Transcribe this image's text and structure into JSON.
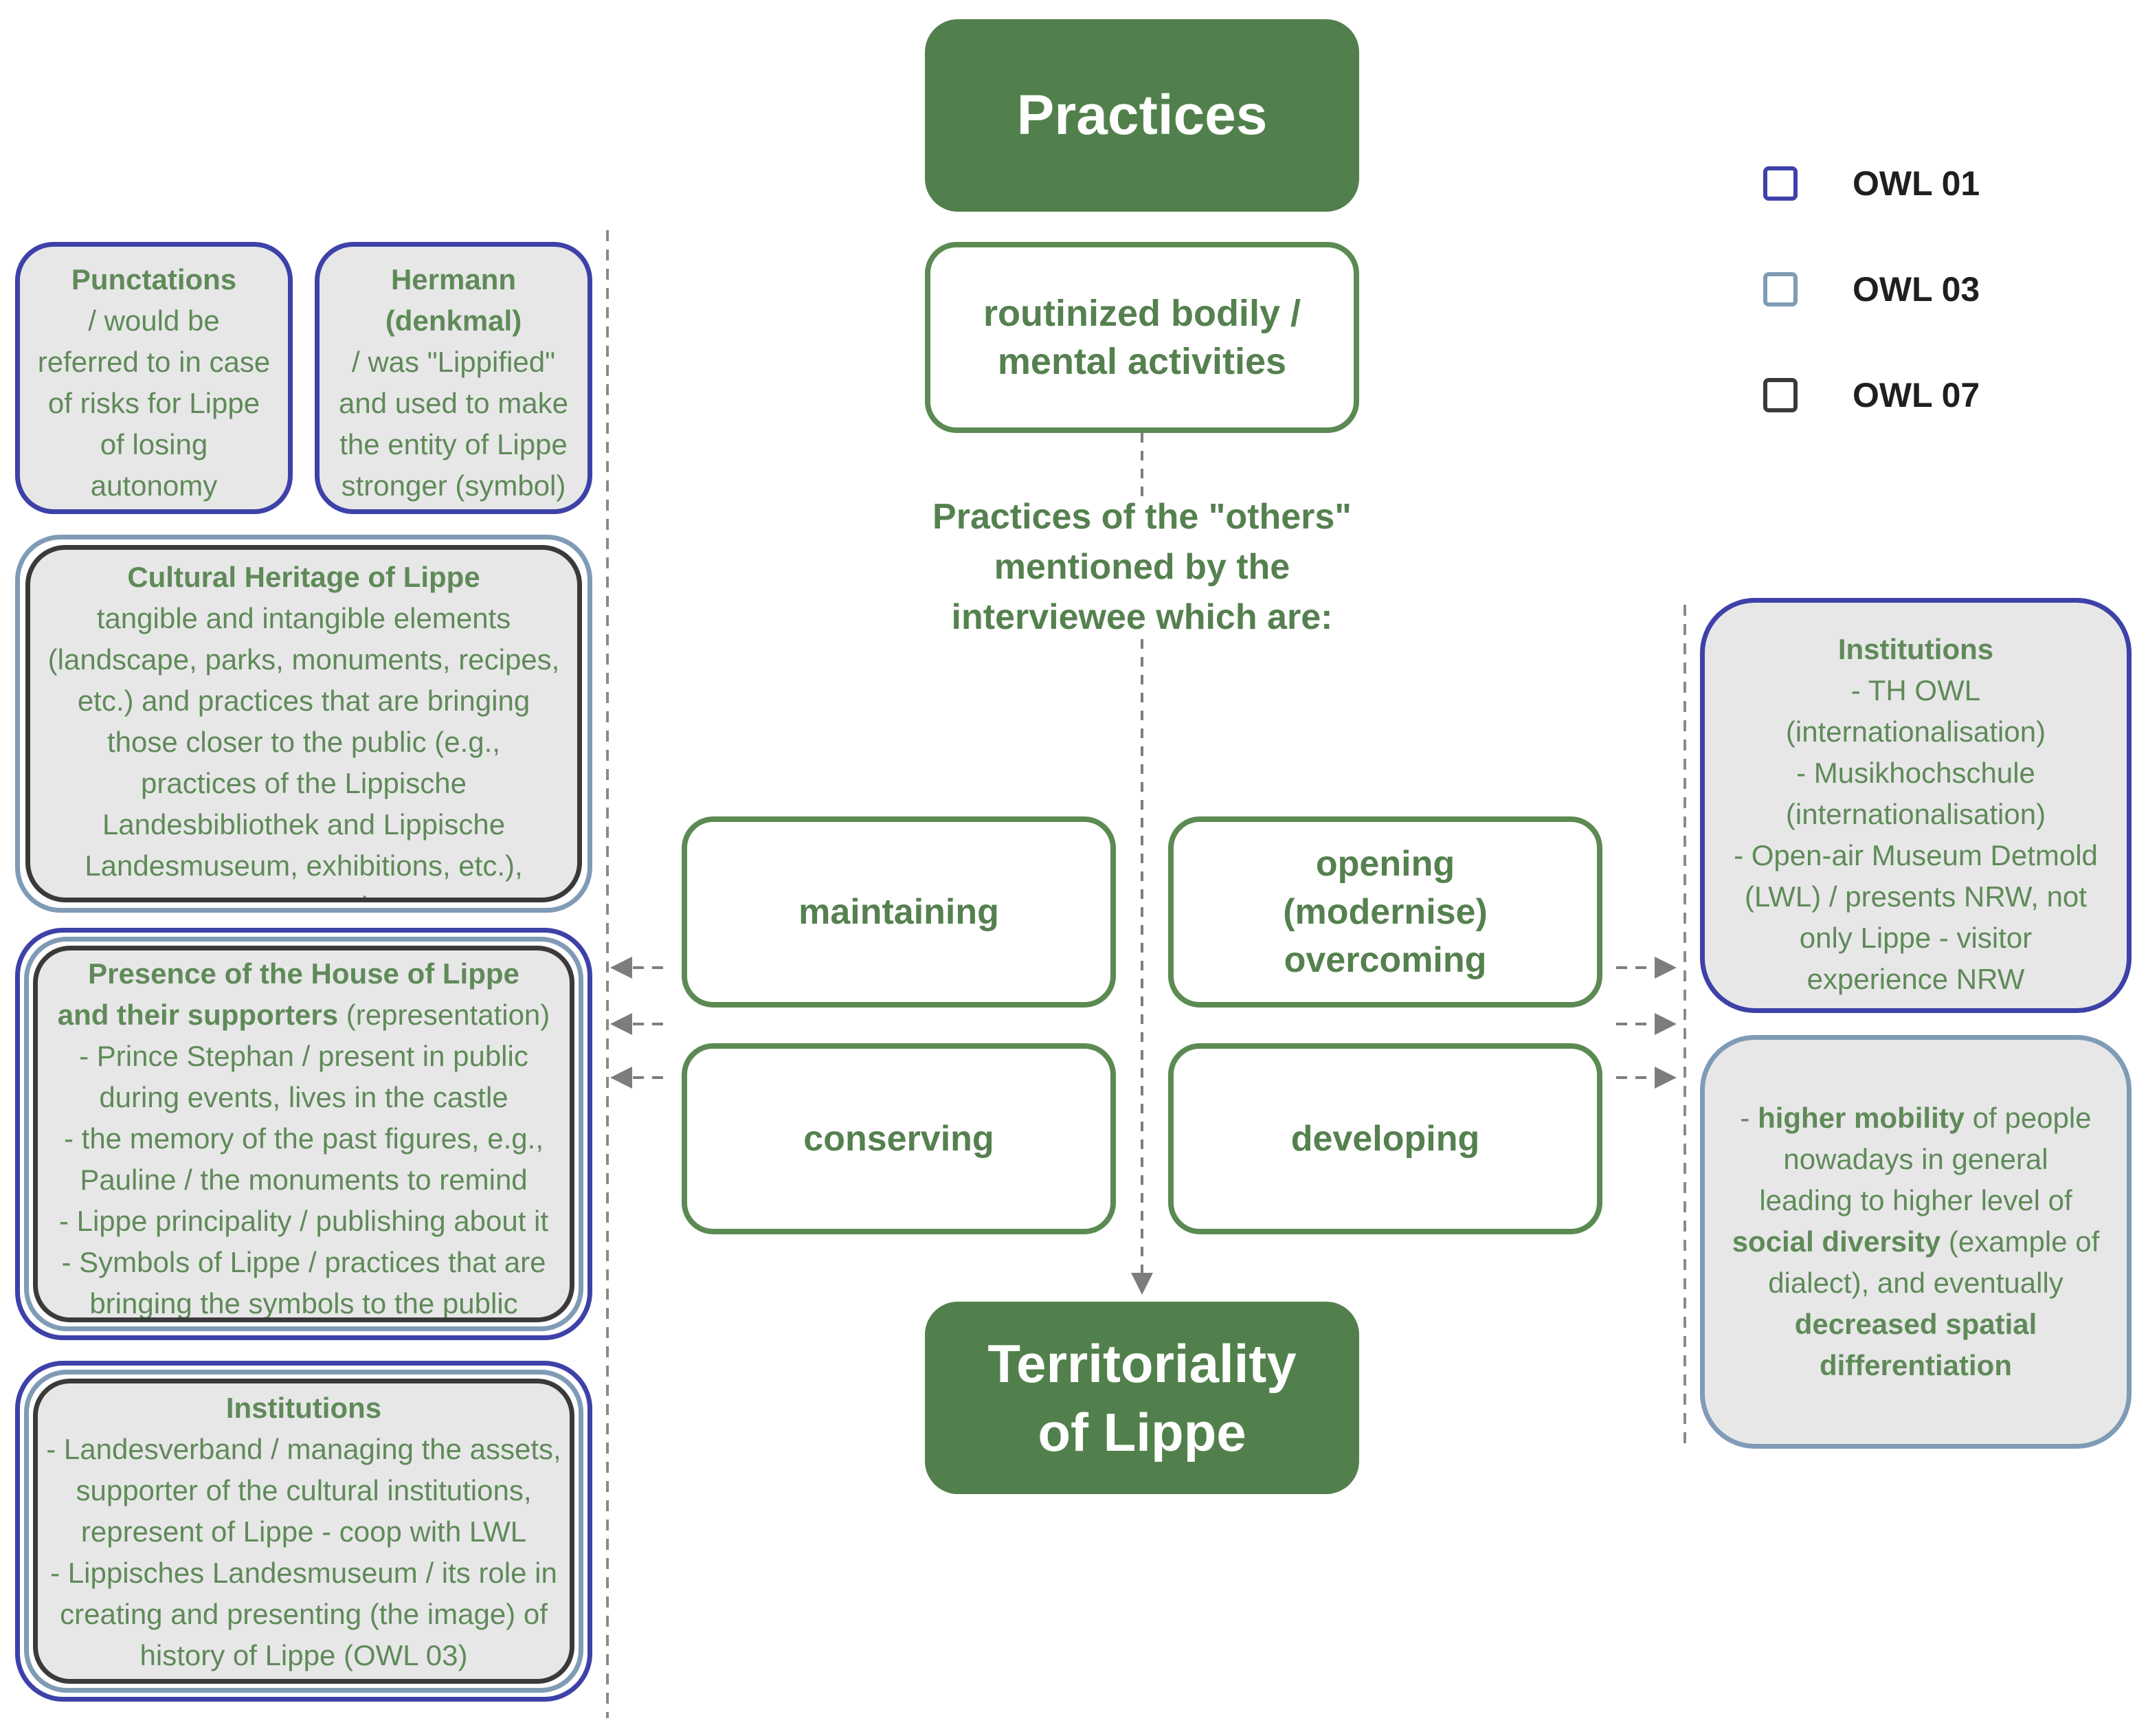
{
  "title": "Practices",
  "subtitle": "routinized bodily / mental activities",
  "question": [
    "Practices of the \"others\"",
    "mentioned by the",
    "interviewee which are:"
  ],
  "practices": {
    "maintaining": "maintaining",
    "opening": [
      "opening",
      "(modernise)",
      "overcoming"
    ],
    "conserving": "conserving",
    "developing": "developing"
  },
  "target": [
    "Territoriality",
    "of Lippe"
  ],
  "legend": [
    {
      "label": "OWL 01",
      "color": "#3d41a8"
    },
    {
      "label": "OWL 03",
      "color": "#7f9bb6"
    },
    {
      "label": "OWL 07",
      "color": "#3a3a3a"
    }
  ],
  "left_notes": {
    "punctations": {
      "title": "Punctations",
      "lines": [
        "/ would be",
        "referred to in case",
        "of risks for Lippe",
        "of losing",
        "autonomy"
      ]
    },
    "hermann": {
      "title_lines": [
        "Hermann",
        "(denkmal)"
      ],
      "lines": [
        "/ was \"Lippified\"",
        "and used to make",
        "the entity of Lippe",
        "stronger (symbol)"
      ]
    },
    "heritage": {
      "title": "Cultural Heritage of Lippe",
      "lines": [
        "tangible and intangible elements",
        "(landscape, parks, monuments, recipes,",
        "etc.) and practices that are bringing",
        "those closer to the public (e.g.,",
        "practices of the Lippische",
        "Landesbibliothek and Lippische",
        "Landesmuseum, exhibitions, etc.),",
        "gastronomic"
      ]
    },
    "house": {
      "title": "Presence of the House of Lippe",
      "title2_bold": "and their supporters",
      "title2_rest": " (representation)",
      "lines": [
        "- Prince Stephan / present in public",
        "during events, lives in the castle",
        "- the memory of the past figures, e.g.,",
        "Pauline / the monuments to remind",
        "- Lippe principality / publishing about it",
        "- Symbols of Lippe / practices that are",
        "bringing the symbols to the public"
      ]
    },
    "institutions": {
      "title": "Institutions",
      "lines": [
        "- Landesverband / managing the assets,",
        "supporter of the cultural institutions,",
        "represent of Lippe - coop with LWL",
        "- Lippisches Landesmuseum / its role in",
        "creating and presenting (the image) of",
        "history of Lippe (OWL 03)"
      ]
    }
  },
  "right_notes": {
    "institutions": {
      "title": "Institutions",
      "lines": [
        "- TH OWL",
        "(internationalisation)",
        "- Musikhochschule",
        "(internationalisation)",
        "- Open-air Museum Detmold",
        "(LWL) / presents NRW, not",
        "only Lippe - visitor",
        "experience NRW"
      ]
    },
    "mobility": {
      "l1_prefix": "- ",
      "l1_bold": "higher mobility",
      "l1_rest": " of people",
      "l2": "nowadays in general",
      "l3": "leading to higher level of",
      "l4_bold": "social diversity",
      "l4_rest": " (example of",
      "l5": "dialect), and eventually",
      "l6_bold": "decreased spatial",
      "l7_bold": "differentiation"
    }
  }
}
